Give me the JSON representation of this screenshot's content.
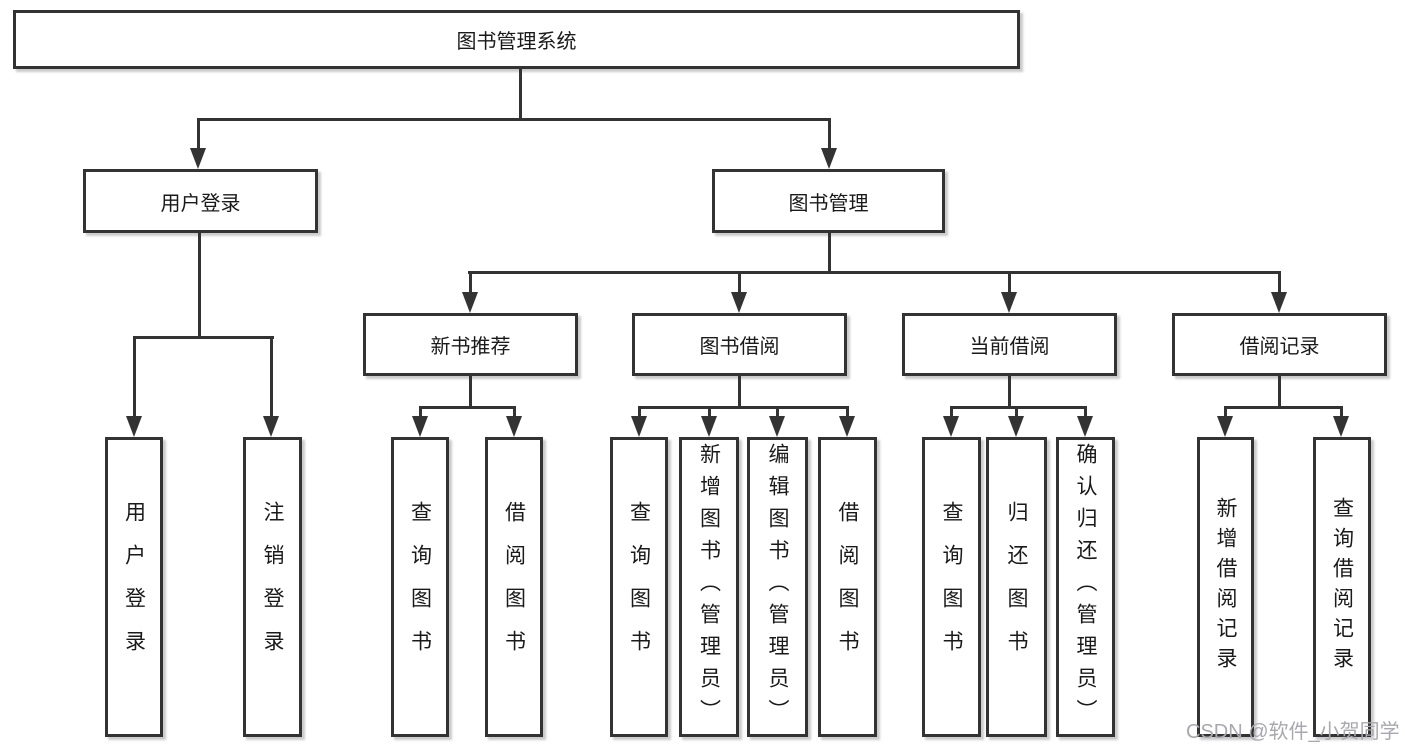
{
  "diagram_title": "图书管理系统",
  "tree": {
    "root": {
      "label": "图书管理系统",
      "children": [
        {
          "label": "用户登录",
          "children": [
            {
              "label": "用户登录"
            },
            {
              "label": "注销登录"
            }
          ]
        },
        {
          "label": "图书管理",
          "children": [
            {
              "label": "新书推荐",
              "children": [
                {
                  "label": "查询图书"
                },
                {
                  "label": "借阅图书"
                }
              ]
            },
            {
              "label": "图书借阅",
              "children": [
                {
                  "label": "查询图书"
                },
                {
                  "label": "新增图书（管理员）"
                },
                {
                  "label": "编辑图书（管理员）"
                },
                {
                  "label": "借阅图书"
                }
              ]
            },
            {
              "label": "当前借阅",
              "children": [
                {
                  "label": "查询图书"
                },
                {
                  "label": "归还图书"
                },
                {
                  "label": "确认归还（管理员）"
                }
              ]
            },
            {
              "label": "借阅记录",
              "children": [
                {
                  "label": "新增借阅记录"
                },
                {
                  "label": "查询借阅记录"
                }
              ]
            }
          ]
        }
      ]
    }
  },
  "watermark": {
    "text": "CSDN @软件_小贺同学"
  },
  "colors": {
    "line": "#333333",
    "text": "#1a1a1a",
    "background": "#ffffff",
    "watermark": "#a8a8b0"
  }
}
